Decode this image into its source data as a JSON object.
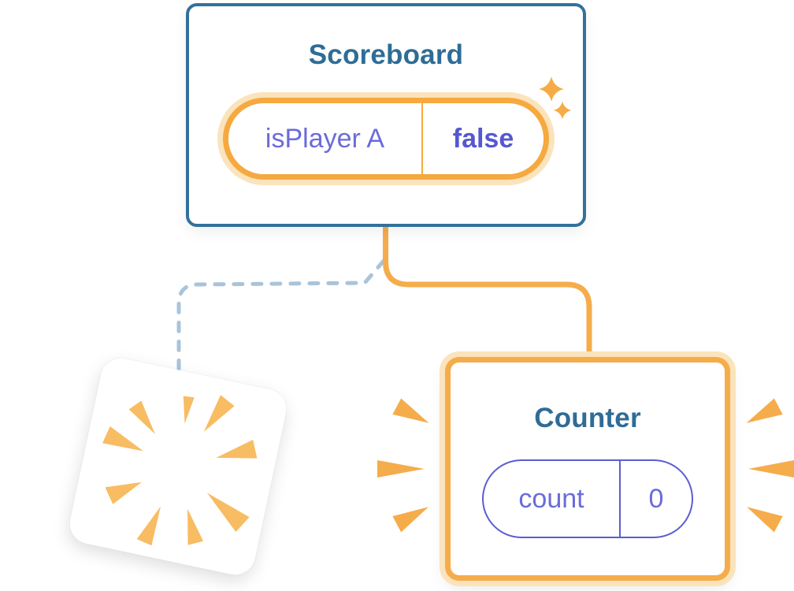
{
  "diagram": {
    "description": "Component tree state diagram: Scoreboard parent with state, a destroyed child (poof), and a freshly created Counter child with reset state"
  },
  "scoreboard": {
    "title": "Scoreboard",
    "state": {
      "label": "isPlayer A",
      "value": "false"
    }
  },
  "counter": {
    "title": "Counter",
    "state": {
      "label": "count",
      "value": "0"
    }
  },
  "icons": {
    "sparkles": "sparkle-icon",
    "poof": "starburst-poof-icon",
    "emphasis": "emphasis-mark-icon"
  },
  "colors": {
    "card_border_teal": "#33719A",
    "title_teal": "#2F6C96",
    "state_label_purple": "#6B6BDB",
    "state_value_purple": "#5558D0",
    "pill_border_purple": "#5B5DD2",
    "orange": "#F5A93F",
    "orange_connector": "#F5AC4B",
    "orange_halo": "#FBE3BC",
    "ray_orange": "#F8BC62",
    "dashed_blue": "#A9C4DA",
    "background": "#FFFFFF"
  }
}
